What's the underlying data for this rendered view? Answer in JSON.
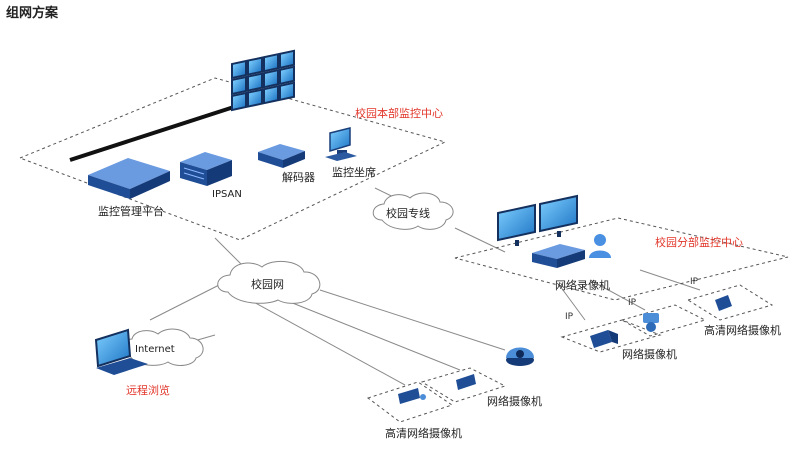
{
  "title": "组网方案",
  "zones": {
    "main_center": "校园本部监控中心",
    "branch_center": "校园分部监控中心",
    "remote_view": "远程浏览"
  },
  "clouds": {
    "private_line": "校园专线",
    "campus_net": "校园网",
    "internet": "Internet"
  },
  "devices": {
    "mgmt_platform": "监控管理平台",
    "ipsan": "IPSAN",
    "decoder": "解码器",
    "seat": "监控坐席",
    "nvr": "网络录像机",
    "branch_cam_net": "网络摄像机",
    "branch_cam_hd": "高清网络摄像机",
    "campus_cam_hd": "高清网络摄像机",
    "campus_cam_net": "网络摄像机"
  },
  "ip_labels": {
    "ip1": "IP",
    "ip2": "IP",
    "ip3": "IP"
  },
  "colors": {
    "accent_red": "#e2362a",
    "device_blue": "#1d4f9a",
    "screen_blue": "#3b9ad9",
    "line_gray": "#7a7a7a",
    "dash_gray": "#555555"
  }
}
